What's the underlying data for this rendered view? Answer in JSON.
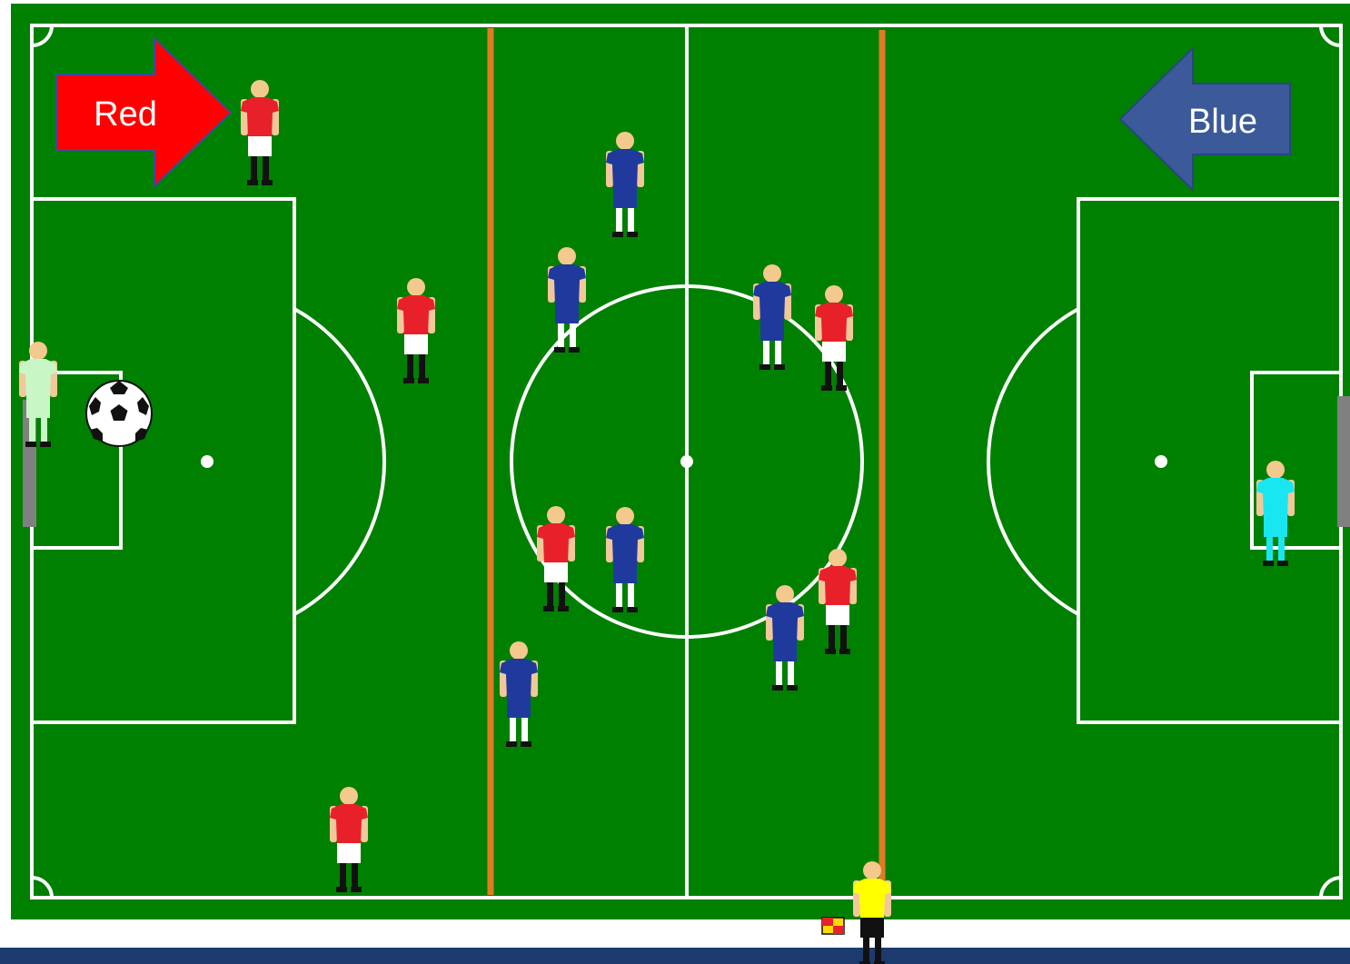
{
  "arrows": {
    "red": {
      "label": "Red",
      "color": "#ff0000",
      "direction": "right"
    },
    "blue": {
      "label": "Blue",
      "color": "#3c5a99",
      "direction": "left"
    }
  },
  "colors": {
    "pitch": "#008000",
    "lines": "#ffffff",
    "offside_lines": "#e07b24",
    "bottom_band": "#1d3a6e",
    "red_kit_shirt": "#e8202a",
    "red_kit_shorts": "#ffffff",
    "blue_kit_shirt": "#1f3a9c",
    "blue_kit_shorts": "#1f3a9c",
    "red_keeper": "#c8f7c5",
    "blue_keeper": "#19e6f0",
    "referee": "#ffff00"
  },
  "icons": [
    "soccer-ball-icon",
    "corner-flag-icon"
  ],
  "players": [
    {
      "team": "red",
      "role": "outfield"
    },
    {
      "team": "red",
      "role": "outfield"
    },
    {
      "team": "red",
      "role": "outfield"
    },
    {
      "team": "red",
      "role": "outfield"
    },
    {
      "team": "red",
      "role": "outfield"
    },
    {
      "team": "red",
      "role": "outfield"
    },
    {
      "team": "red",
      "role": "goalkeeper"
    },
    {
      "team": "blue",
      "role": "outfield"
    },
    {
      "team": "blue",
      "role": "outfield"
    },
    {
      "team": "blue",
      "role": "outfield"
    },
    {
      "team": "blue",
      "role": "outfield"
    },
    {
      "team": "blue",
      "role": "outfield"
    },
    {
      "team": "blue",
      "role": "outfield"
    },
    {
      "team": "blue",
      "role": "goalkeeper"
    },
    {
      "team": "referee",
      "role": "assistant-referee"
    }
  ]
}
